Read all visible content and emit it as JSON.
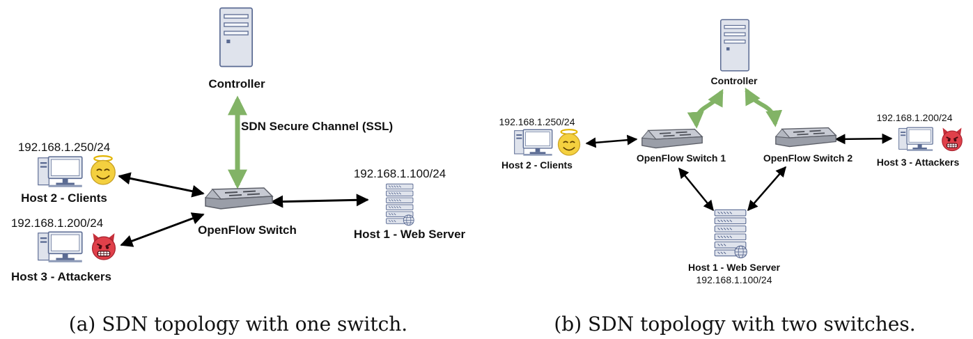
{
  "panel_a": {
    "controller": "Controller",
    "channel": "SDN Secure Channel (SSL)",
    "switch": "OpenFlow Switch",
    "host1": {
      "name": "Host 1 - Web Server",
      "ip": "192.168.1.100/24"
    },
    "host2": {
      "name": "Host 2 - Clients",
      "ip": "192.168.1.250/24"
    },
    "host3": {
      "name": "Host 3 - Attackers",
      "ip": "192.168.1.200/24"
    },
    "caption": "(a) SDN topology with one switch."
  },
  "panel_b": {
    "controller": "Controller",
    "switch1": "OpenFlow Switch 1",
    "switch2": "OpenFlow Switch 2",
    "host1": {
      "name": "Host 1 - Web Server",
      "ip": "192.168.1.100/24"
    },
    "host2": {
      "name": "Host 2 - Clients",
      "ip": "192.168.1.250/24"
    },
    "host3": {
      "name": "Host 3 - Attackers",
      "ip": "192.168.1.200/24"
    },
    "caption": "(b) SDN topology with two switches."
  },
  "colors": {
    "control_link": "#82b366",
    "data_link": "#000000",
    "angel_face": "#f4d03f",
    "devil_face": "#e0404a"
  }
}
